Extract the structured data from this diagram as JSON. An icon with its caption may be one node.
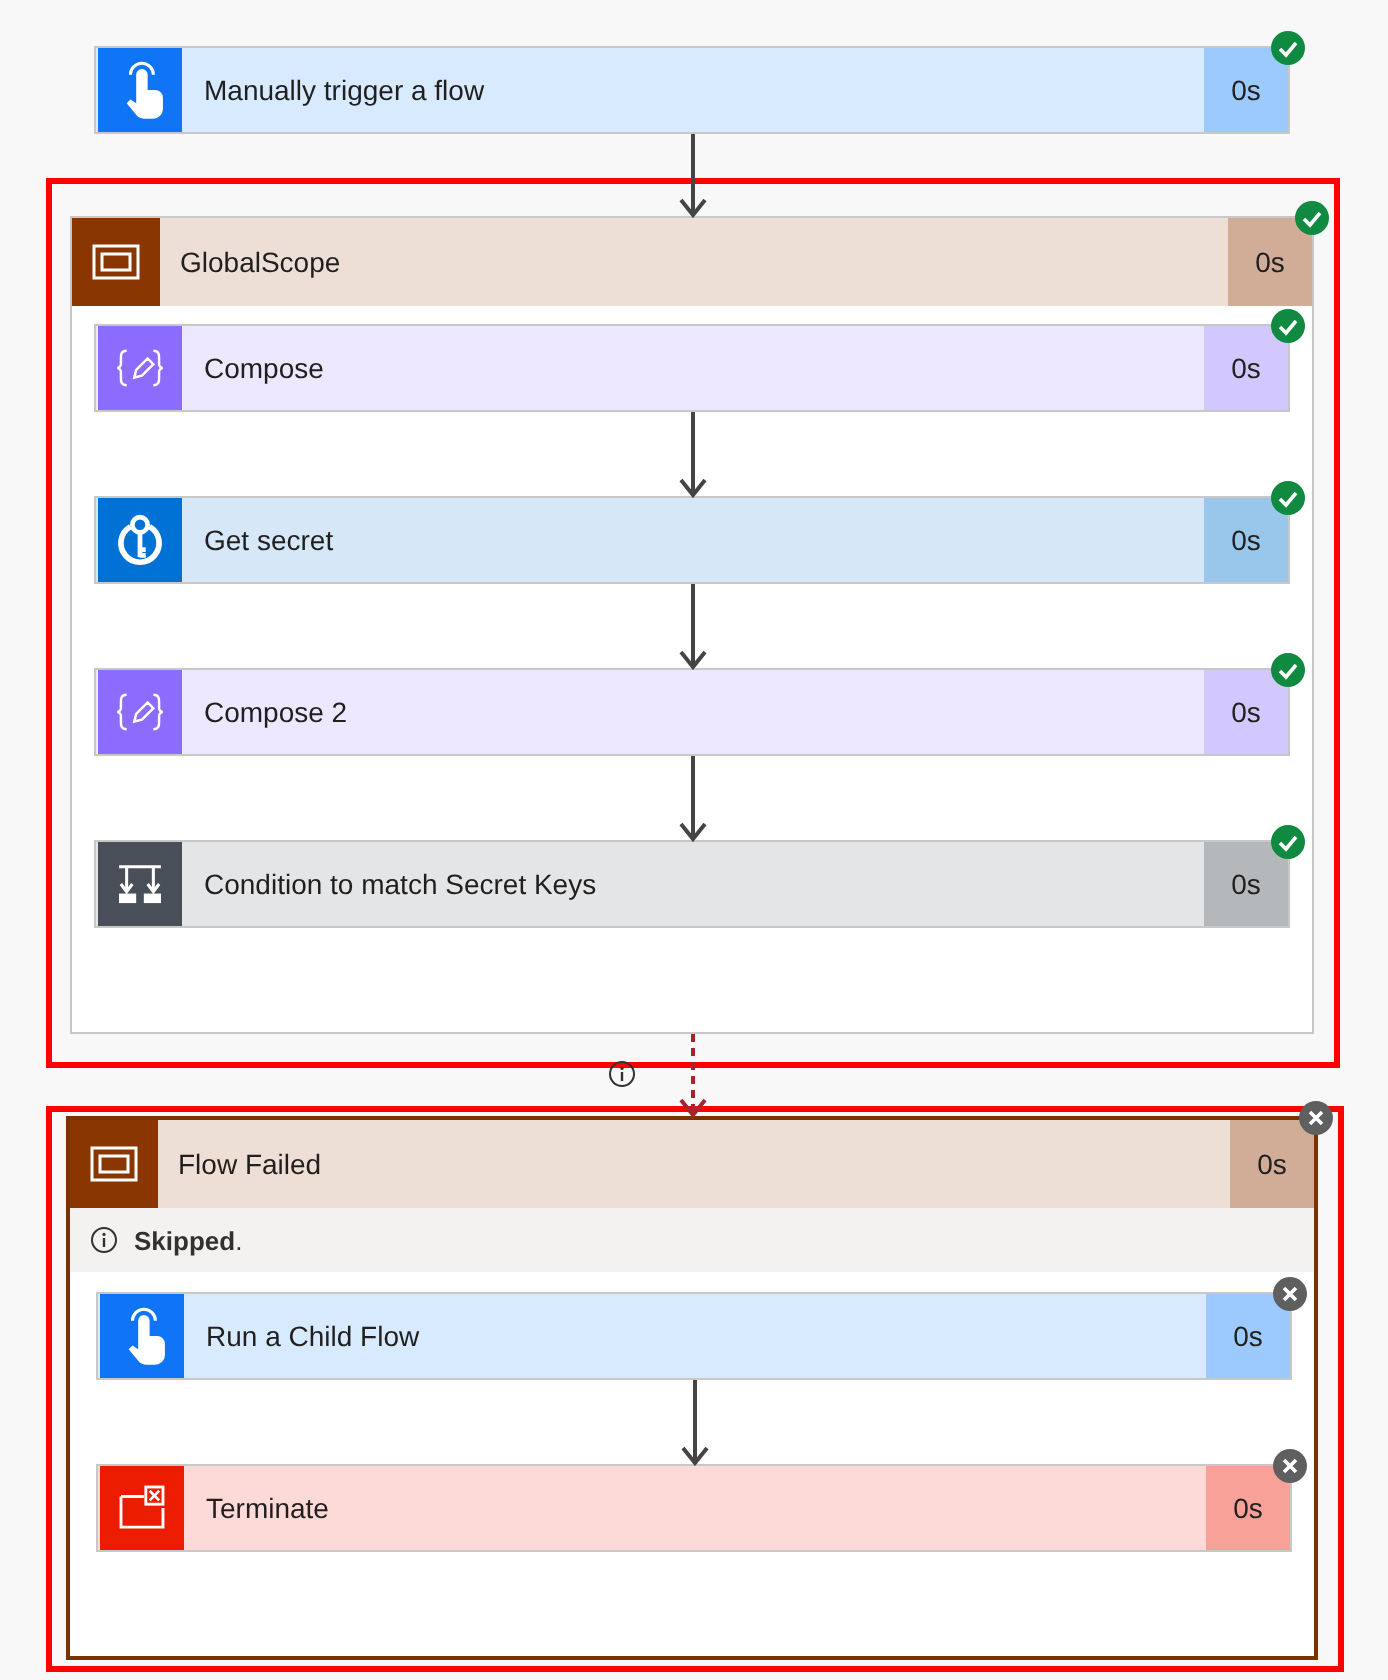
{
  "diagram": {
    "nodes": [
      {
        "text": [
          "Manually trigger a flow",
          "0s"
        ]
      },
      {
        "text": [
          "GlobalScope",
          "0s"
        ]
      },
      {
        "text": [
          "Compose",
          "0s"
        ],
        "in": 1
      },
      {
        "text": [
          "Get secret",
          "0s"
        ],
        "in": 1
      },
      {
        "text": [
          "Compose 2",
          "0s"
        ],
        "in": 1
      },
      {
        "text": [
          "Condition to match Secret Keys",
          "0s"
        ],
        "in": 1
      },
      {
        "text": [
          "Flow Failed",
          "0s",
          "**Skipped**."
        ]
      },
      {
        "text": [
          "Run a Child Flow",
          "0s"
        ],
        "in": 6
      },
      {
        "text": [
          "Terminate",
          "0s"
        ],
        "in": 6
      }
    ],
    "edges": [
      {
        "from": 0,
        "to": 1,
        "arrow": "to"
      },
      {
        "from": 2,
        "to": 3,
        "arrow": "to"
      },
      {
        "from": 3,
        "to": 4,
        "arrow": "to"
      },
      {
        "from": 4,
        "to": 5,
        "arrow": "to"
      },
      {
        "from": 1,
        "to": 6,
        "arrow": "to",
        "style": "dashed",
        "color": "#a4262c"
      },
      {
        "from": 7,
        "to": 8,
        "arrow": "to"
      }
    ]
  }
}
